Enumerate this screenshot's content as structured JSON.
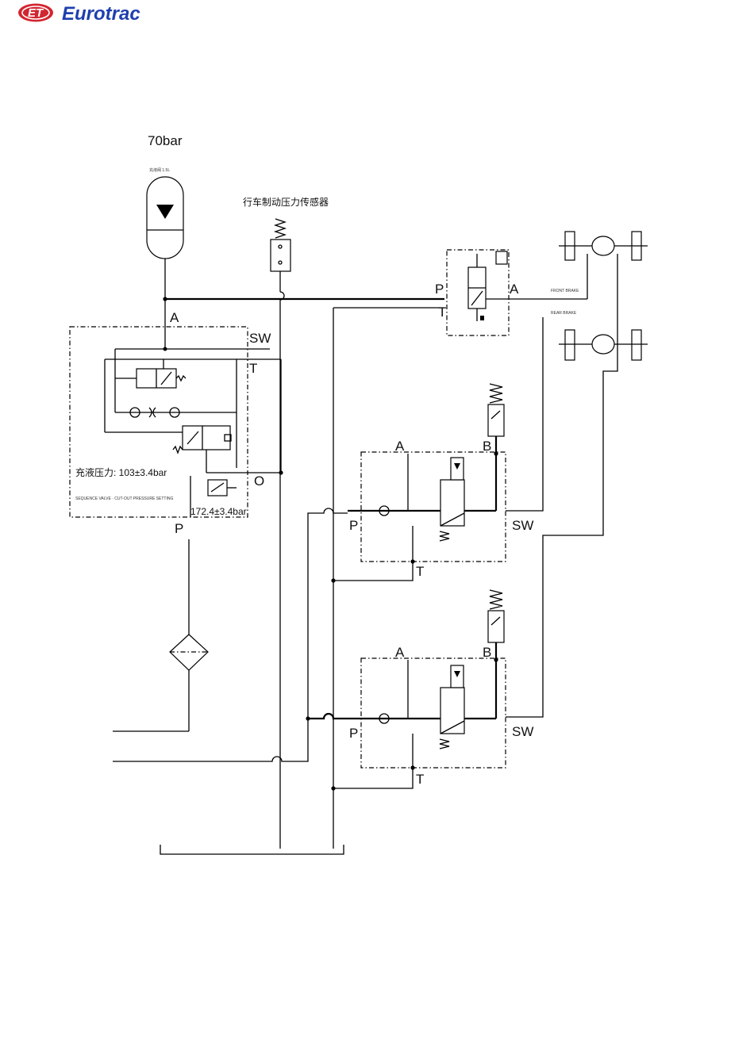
{
  "header": {
    "brand": "Eurotrac",
    "mark": "ET",
    "brand_color": "#1f3fae",
    "mark_color": "#d22630"
  },
  "diagram": {
    "accumulator": {
      "pressure": "70bar",
      "caption": "充液阀 1.5L"
    },
    "pressure_sensor_label": "行车制动压力传感器",
    "charge_valve": {
      "port_a": "A",
      "port_sw": "SW",
      "port_t": "T",
      "port_o": "O",
      "port_p": "P",
      "setting_1": "充液压力: 103±3.4bar",
      "setting_2": "172.4±3.4bar",
      "note": "SEQUENCE VALVE · CUT-OUT PRESSURE SETTING"
    },
    "brake_valve": {
      "port_p": "P",
      "port_t": "T",
      "port_a": "A"
    },
    "brake_line_tags": [
      "FRONT BRAKE",
      "REAR BRAKE"
    ],
    "valve_1": {
      "port_a": "A",
      "port_b": "B",
      "port_p": "P",
      "port_t": "T",
      "port_sw": "SW"
    },
    "valve_2": {
      "port_a": "A",
      "port_b": "B",
      "port_p": "P",
      "port_t": "T",
      "port_sw": "SW"
    }
  }
}
